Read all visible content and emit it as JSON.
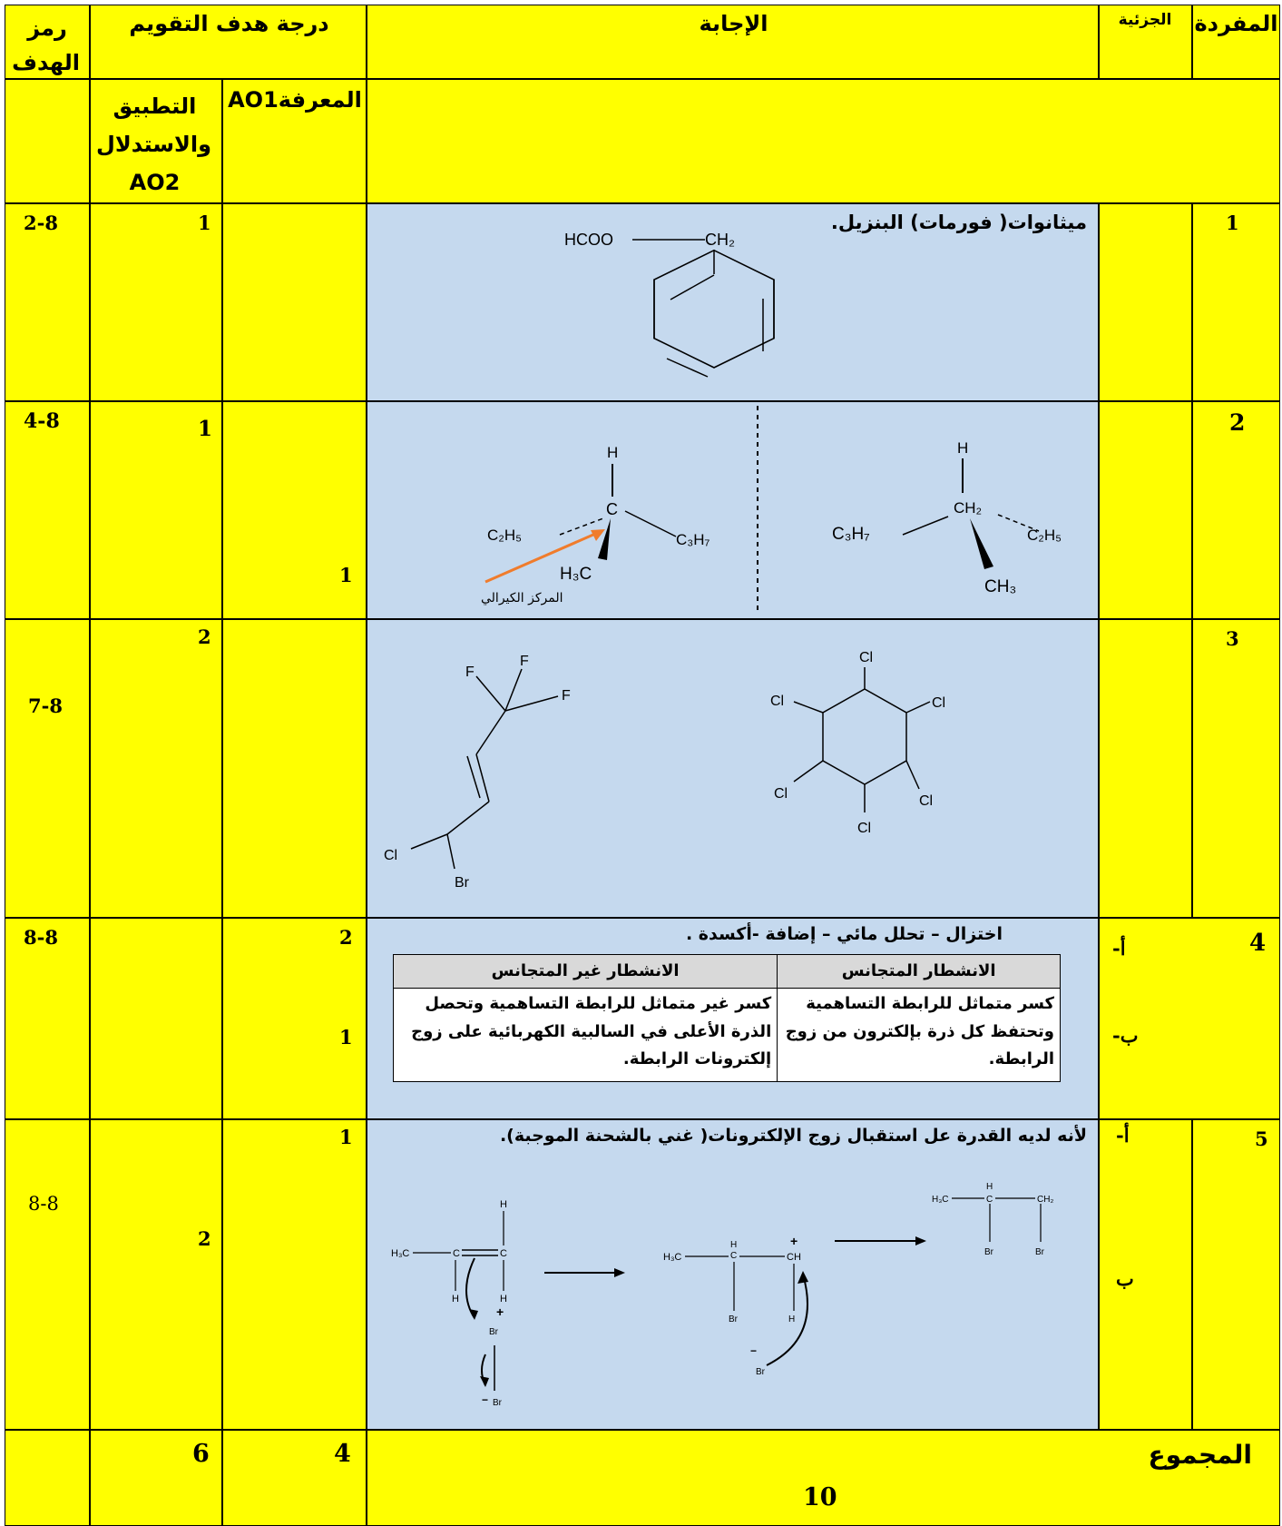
{
  "header": {
    "col_target_code": "رمز الهدف",
    "col_assessment_level": "درجة هدف التقويم",
    "col_answer": "الإجابة",
    "col_part": "الجزئية",
    "col_item": "المفردة",
    "sub_ao2": "التطبيق والاستدلال AO2",
    "sub_ao1": "المعرفةAO1"
  },
  "rows": [
    {
      "item": "1",
      "code": "2-8",
      "ao2": "1",
      "ao1": "",
      "answer": "ميثانوات( فورمات) البنزيل.",
      "chem": {
        "left": "HCOO",
        "right": "CH₂"
      }
    },
    {
      "item": "2",
      "code": "4-8",
      "ao2": "1",
      "ao1": "1",
      "chem": {
        "h": "H",
        "c": "C",
        "c2h5": "C₂H₅",
        "c3h7": "C₃H₇",
        "h3c": "H₃C",
        "ch2": "CH₂",
        "ch3": "CH₃",
        "chiral_label": "المركز الكيرالي"
      }
    },
    {
      "item": "3",
      "code": "7-8",
      "ao2": "2",
      "ao1": "",
      "chem": {
        "f": "F",
        "cl": "Cl",
        "br": "Br"
      }
    },
    {
      "item": "4",
      "code": "8-8",
      "ao2": "",
      "ao1": "2",
      "ao1_b": "1",
      "part_a": "أ-",
      "part_b": "ب-",
      "answer": "اختزال – تحلل مائي – إضافة -أكسدة .",
      "table": {
        "h1": "الانشطار المتجانس",
        "h2": "الانشطار غير المتجانس",
        "c1": "كسر متماثل للرابطة التساهمية وتحتفظ كل ذرة بإلكترون من زوج الرابطة.",
        "c2": "كسر غير متماثل للرابطة التساهمية وتحصل الذرة الأعلى في السالبية الكهربائية على زوج إلكترونات الرابطة."
      }
    },
    {
      "item": "5",
      "code": "8-8",
      "ao2": "2",
      "ao1": "1",
      "part_a": "أ-",
      "part_b": "ب",
      "answer": "لأنه لديه القدرة عل استقبال زوج الإلكترونات( غني بالشحنة الموجبة).",
      "chem": {
        "h3c": "H₃C",
        "c": "C",
        "h": "H",
        "br": "Br",
        "ch": "CH",
        "ch2": "CH₂",
        "plus": "+",
        "minus": "−"
      }
    }
  ],
  "totals": {
    "label": "المجموع",
    "ao2": "6",
    "ao1": "4",
    "total": "10"
  }
}
